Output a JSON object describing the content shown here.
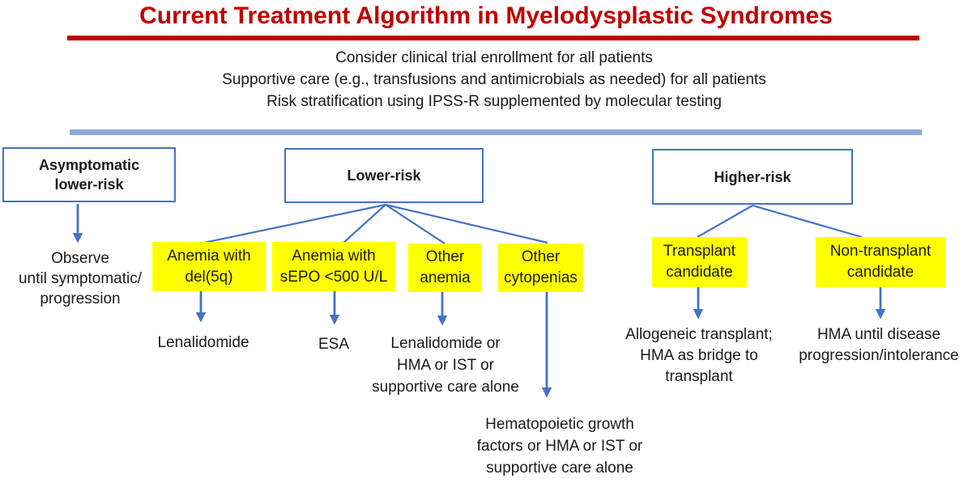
{
  "title": "Current Treatment Algorithm in Myelodysplastic Syndromes",
  "preamble_lines": [
    "Consider clinical trial enrollment for all patients",
    "Supportive care (e.g., transfusions and antimicrobials as needed) for all patients",
    "Risk stratification using IPSS-R supplemented by molecular testing"
  ],
  "risk_groups": {
    "asymptomatic": {
      "label": "Asymptomatic\nlower-risk",
      "outcome": "Observe\nuntil symptomatic/\nprogression"
    },
    "lower": {
      "label": "Lower-risk"
    },
    "higher": {
      "label": "Higher-risk"
    }
  },
  "lower_branches": [
    {
      "condition": "Anemia with\ndel(5q)",
      "treatment": "Lenalidomide"
    },
    {
      "condition": "Anemia with\nsEPO <500 U/L",
      "treatment": "ESA"
    },
    {
      "condition": "Other\nanemia",
      "treatment": "Lenalidomide or\nHMA or IST or\nsupportive care alone"
    },
    {
      "condition": "Other\ncytopenias",
      "treatment": "Hematopoietic growth\nfactors or HMA or IST or\nsupportive care alone"
    }
  ],
  "higher_branches": [
    {
      "condition": "Transplant\ncandidate",
      "treatment": "Allogeneic transplant;\nHMA as bridge to\ntransplant"
    },
    {
      "condition": "Non-transplant\ncandidate",
      "treatment": "HMA until disease\nprogression/intolerance"
    }
  ],
  "colors": {
    "title_red": "#C00000",
    "rule_red": "#C00000",
    "divider_blue": "#8EAADB",
    "box_border_blue": "#4472C4",
    "connector_blue": "#4472C4",
    "highlight_yellow": "#FFFF00",
    "text_black": "#1A1A1A"
  }
}
